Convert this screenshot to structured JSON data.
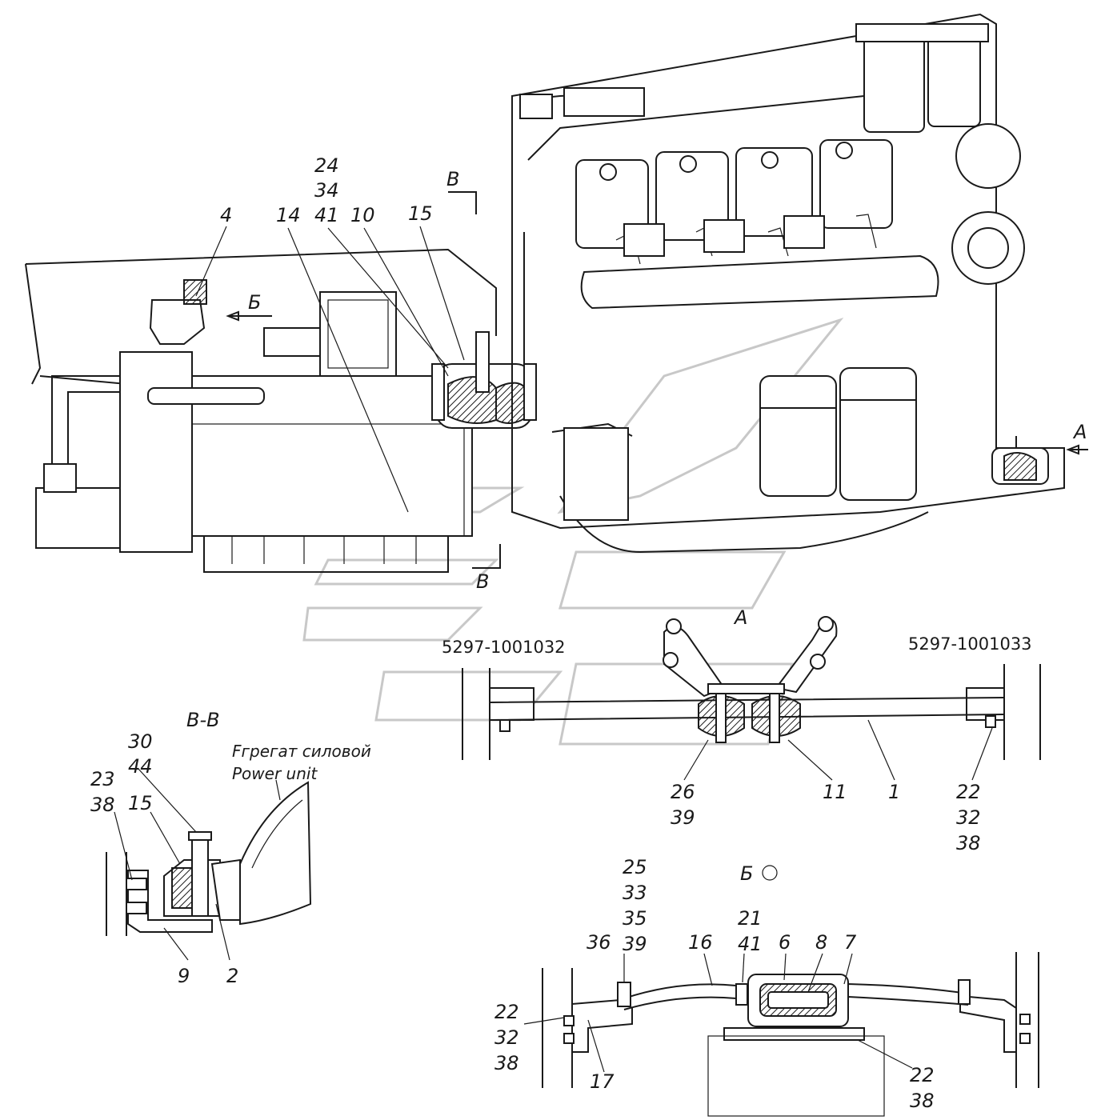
{
  "main_view": {
    "callouts": {
      "c24": "24",
      "c34": "34",
      "c41": "41",
      "c4": "4",
      "c14": "14",
      "c10": "10",
      "c15": "15"
    },
    "section_marks": {
      "b_top": "Б",
      "v_top": "В",
      "v_bottom": "В",
      "a_arrow": "А"
    }
  },
  "view_a": {
    "title": "А",
    "left_code": "5297-1001032",
    "right_code": "5297-1001033",
    "callouts": {
      "c26": "26",
      "c39": "39",
      "c11": "11",
      "c1": "1",
      "c22": "22",
      "c32": "32",
      "c38": "38"
    }
  },
  "section_vv": {
    "title": "В-В",
    "power_unit_ru": "Fгрегат силовой",
    "power_unit_en": "Power unit",
    "callouts": {
      "c30": "30",
      "c44": "44",
      "c23": "23",
      "c38": "38",
      "c15": "15",
      "c9": "9",
      "c2": "2"
    }
  },
  "view_b": {
    "title": "Б",
    "callouts": {
      "c25": "25",
      "c33": "33",
      "c35": "35",
      "c39": "39",
      "c36": "36",
      "c16": "16",
      "c21": "21",
      "c41": "41",
      "c6": "6",
      "c8": "8",
      "c7": "7",
      "c22a": "22",
      "c32a": "32",
      "c38a": "38",
      "c17": "17",
      "c22b": "22",
      "c38b": "38"
    }
  }
}
